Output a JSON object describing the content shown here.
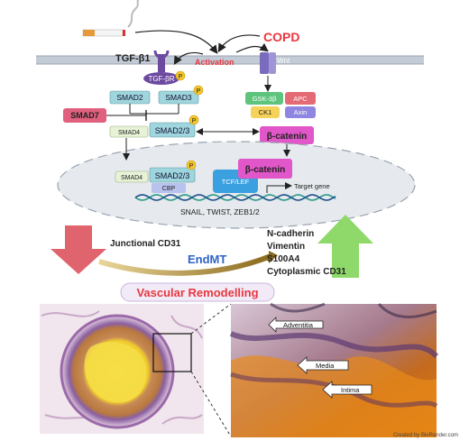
{
  "title_top": "COPD",
  "activation_label": "Activation",
  "tgf_ligand": "TGF-β1",
  "receptor": "TGF-βR",
  "wnt": "Wnt",
  "smad2": "SMAD2",
  "smad3": "SMAD3",
  "smad7": "SMAD7",
  "smad4_a": "SMAD4",
  "smad23_a": "SMAD2/3",
  "p_label": "P",
  "gsk3b": "GSK-3β",
  "apc": "APC",
  "ck1": "CK1",
  "axin": "Axin",
  "beta_catenin_cyto": "β-catenin",
  "smad4_b": "SMAD4",
  "smad23_b": "SMAD2/3",
  "cbp": "CBP",
  "tcf_lef": "TCF/LEF",
  "beta_catenin_nuc": "β-catenin",
  "target_gene": "Target gene",
  "snail_genes": "SNAIL, TWIST, ZEB1/2",
  "junctional": "Junctional CD31",
  "endmt": "EndMT",
  "markers": [
    "N-cadherin",
    "Vimentin",
    "S100A4",
    "Cytoplasmic CD31"
  ],
  "vascular": "Vascular Remodelling",
  "micro_labels": [
    "Adventitia",
    "Media",
    "Intima"
  ],
  "credit": "Created by BioRender.com",
  "colors": {
    "red": "#e8383f",
    "membrane": "#b9c2cf",
    "smad": "#9fd5dc",
    "smad7": "#e0607e",
    "gsk": "#5ec47d",
    "apc": "#e46a73",
    "ck1": "#f5d25a",
    "axin": "#8e86e0",
    "catenin": "#e156c8",
    "tcf": "#3aa0e0",
    "nucleus": "#e6e9ed",
    "arrow_down": "#e0646d",
    "arrow_up": "#8fd96b",
    "endmt_blue": "#2f62c8"
  }
}
